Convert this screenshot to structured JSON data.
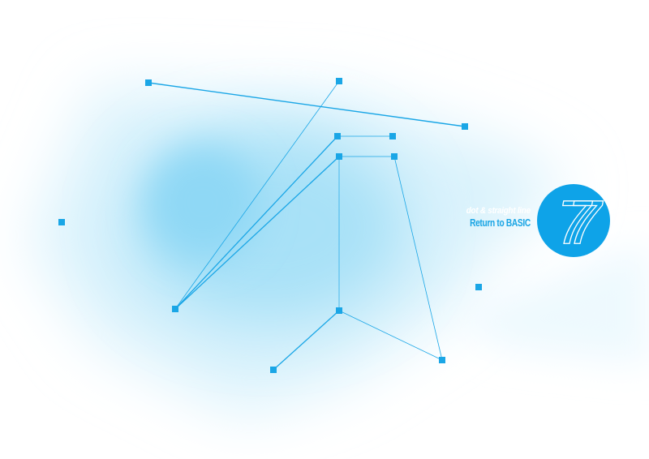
{
  "colors": {
    "accent": "#1aa6e6",
    "haze": "#8fd8f5",
    "background": "#ffffff"
  },
  "title": {
    "subtitle": "dot & straight line",
    "return_prefix": "Return to",
    "return_emphasis": "BASIC",
    "number": "7"
  }
}
